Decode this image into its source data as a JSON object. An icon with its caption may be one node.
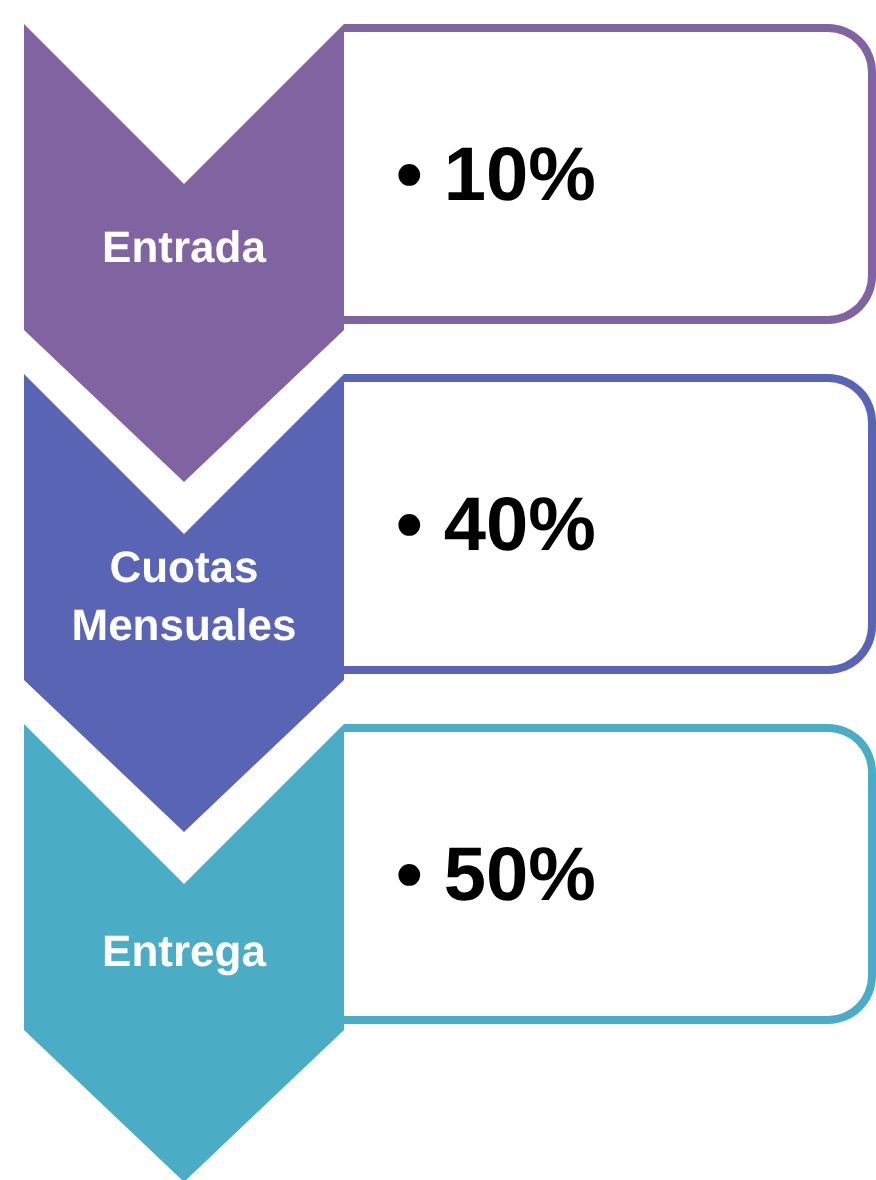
{
  "diagram": {
    "nodes": [
      {
        "text": [
          "Entrada"
        ]
      },
      {
        "text": [
          "• 10%"
        ]
      },
      {
        "text": [
          "Cuotas Mensuales"
        ]
      },
      {
        "text": [
          "• 40%"
        ]
      },
      {
        "text": [
          "Entrega"
        ]
      },
      {
        "text": [
          "• 50%"
        ]
      }
    ]
  }
}
